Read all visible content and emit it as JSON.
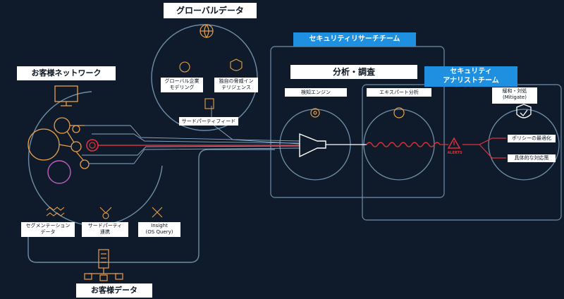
{
  "title_global": "グローバルデータ",
  "title_customer_network": "お客様ネットワーク",
  "title_customer_data": "お客様データ",
  "title_analysis": "分析・調査",
  "title_security_research": "セキュリティリサーチチーム",
  "title_security_analyst_line1": "セキュリティ",
  "title_security_analyst_line2": "アナリストチーム",
  "global": {
    "item1_line1": "グローバル企業",
    "item1_line2": "モデリング",
    "item2_line1": "独自の脅威イン",
    "item2_line2": "テリジェンス",
    "item3": "サードパーティフィード"
  },
  "analysis": {
    "engine": "検知エンジン",
    "expert": "エキスパート分析",
    "alert": "ALERTS"
  },
  "mitigate": {
    "title_line1": "緩和・対処",
    "title_line2": "(Mitigate)",
    "policy": "ポリシーの最適化",
    "response": "具体的な対応策"
  },
  "customer": {
    "seg_line1": "セグメンテーション",
    "seg_line2": "データ",
    "third_line1": "サードパーティ",
    "third_line2": "連携",
    "insight_line1": "Insight",
    "insight_line2": "(OS Query)"
  },
  "colors": {
    "background": "#0f1b2a",
    "blue": "#1f8fe0",
    "red": "#e0303a",
    "orange": "#e8a04a",
    "line": "#6f8da8"
  }
}
